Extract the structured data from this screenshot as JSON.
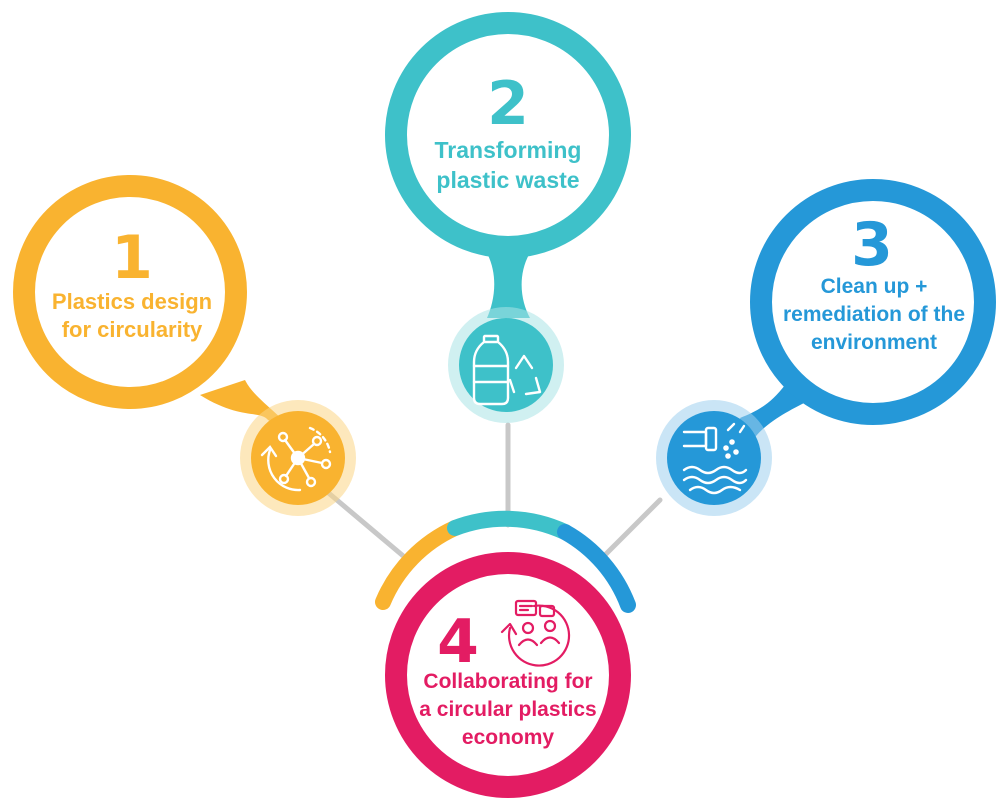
{
  "colors": {
    "yellow": "#f9b330",
    "yellow_light": "#fbd585",
    "teal": "#3ec1c9",
    "teal_light": "#a9e3e6",
    "blue": "#2598d8",
    "blue_light": "#9fd0ee",
    "pink": "#e31c63",
    "pink_light": "#f5a8c2",
    "connector": "#c8c8c8"
  },
  "nodes": [
    {
      "number": "1",
      "title_lines": [
        "Plastics design",
        "for circularity"
      ],
      "color": "#f9b330",
      "icon": "network-circular-arrow-icon"
    },
    {
      "number": "2",
      "title_lines": [
        "Transforming",
        "plastic waste"
      ],
      "color": "#3ec1c9",
      "icon": "bottle-recycle-icon"
    },
    {
      "number": "3",
      "title_lines": [
        "Clean up +",
        "remediation of the",
        "environment"
      ],
      "color": "#2598d8",
      "icon": "pipe-water-icon"
    },
    {
      "number": "4",
      "title_lines": [
        "Collaborating for",
        "a circular plastics",
        "economy"
      ],
      "color": "#e31c63",
      "icon": "people-chat-icon"
    }
  ]
}
